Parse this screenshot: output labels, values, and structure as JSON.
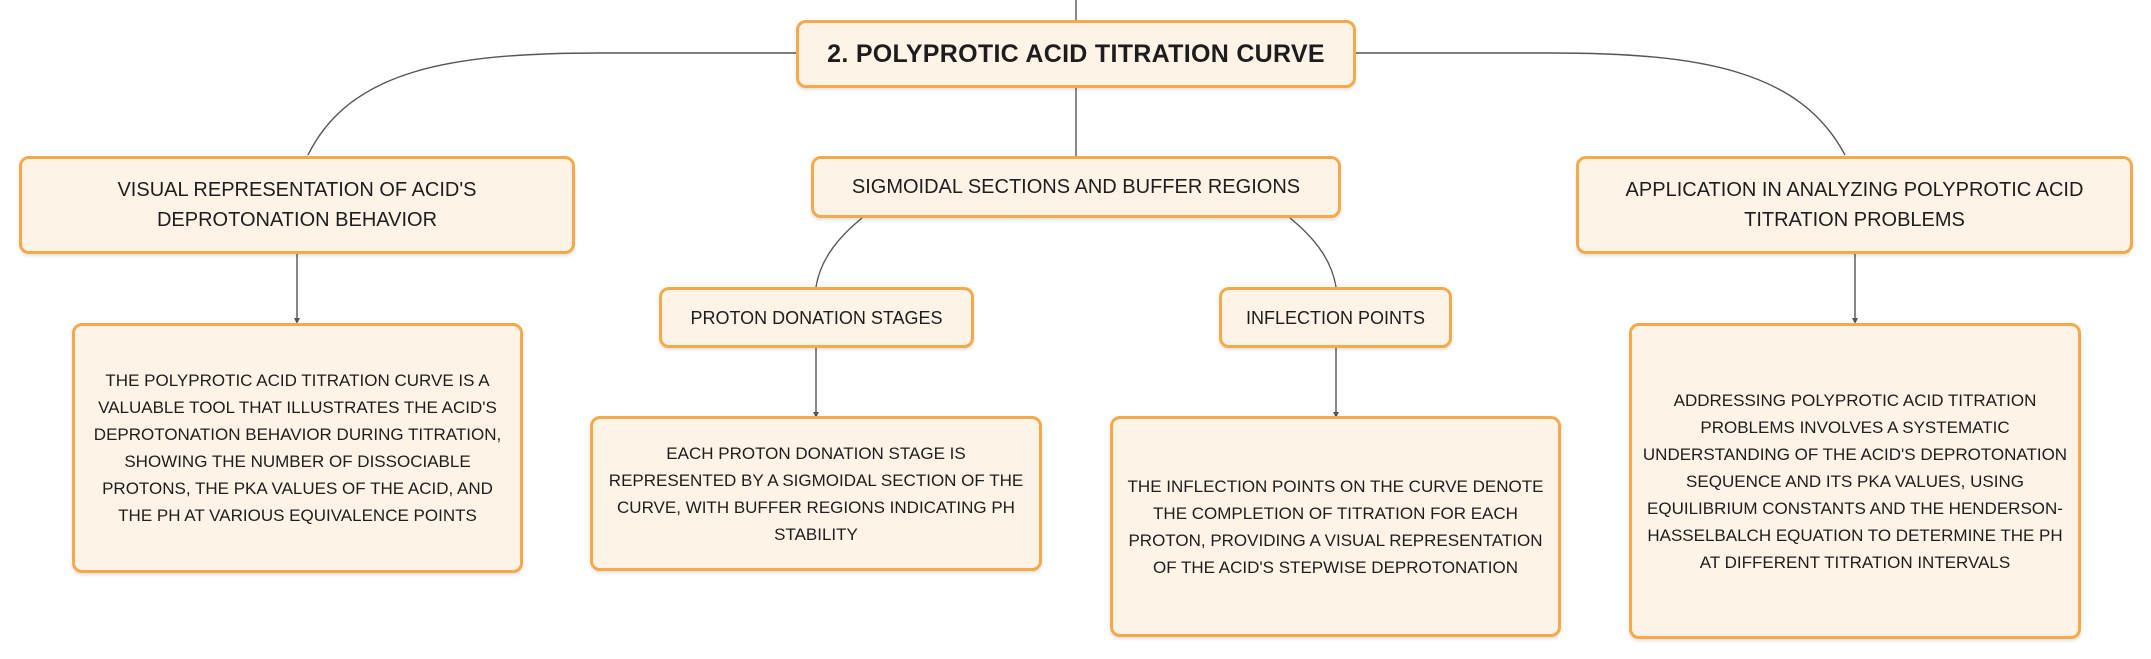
{
  "root": {
    "label": "2. POLYPROTIC ACID TITRATION CURVE"
  },
  "branches": {
    "visual": {
      "label": "VISUAL REPRESENTATION OF ACID'S DEPROTONATION BEHAVIOR",
      "detail": "THE POLYPROTIC ACID TITRATION CURVE IS A VALUABLE TOOL THAT ILLUSTRATES THE ACID'S DEPROTONATION BEHAVIOR DURING TITRATION, SHOWING THE NUMBER OF DISSOCIABLE PROTONS, THE PKA VALUES OF THE ACID, AND THE PH AT VARIOUS EQUIVALENCE POINTS"
    },
    "sigmoidal": {
      "label": "SIGMOIDAL SECTIONS AND BUFFER REGIONS",
      "proton": {
        "label": "PROTON DONATION STAGES",
        "detail": "EACH PROTON DONATION STAGE IS REPRESENTED BY A SIGMOIDAL SECTION OF THE CURVE, WITH BUFFER REGIONS INDICATING PH STABILITY"
      },
      "inflection": {
        "label": "INFLECTION POINTS",
        "detail": "THE INFLECTION POINTS ON THE CURVE DENOTE THE COMPLETION OF TITRATION FOR EACH PROTON, PROVIDING A VISUAL REPRESENTATION OF THE ACID'S STEPWISE DEPROTONATION"
      }
    },
    "application": {
      "label": "APPLICATION IN ANALYZING POLYPROTIC ACID TITRATION PROBLEMS",
      "detail": "ADDRESSING POLYPROTIC ACID TITRATION PROBLEMS INVOLVES A SYSTEMATIC UNDERSTANDING OF THE ACID'S DEPROTONATION SEQUENCE AND ITS PKA VALUES, USING EQUILIBRIUM CONSTANTS AND THE HENDERSON-HASSELBALCH EQUATION TO DETERMINE THE PH AT DIFFERENT TITRATION INTERVALS"
    }
  }
}
